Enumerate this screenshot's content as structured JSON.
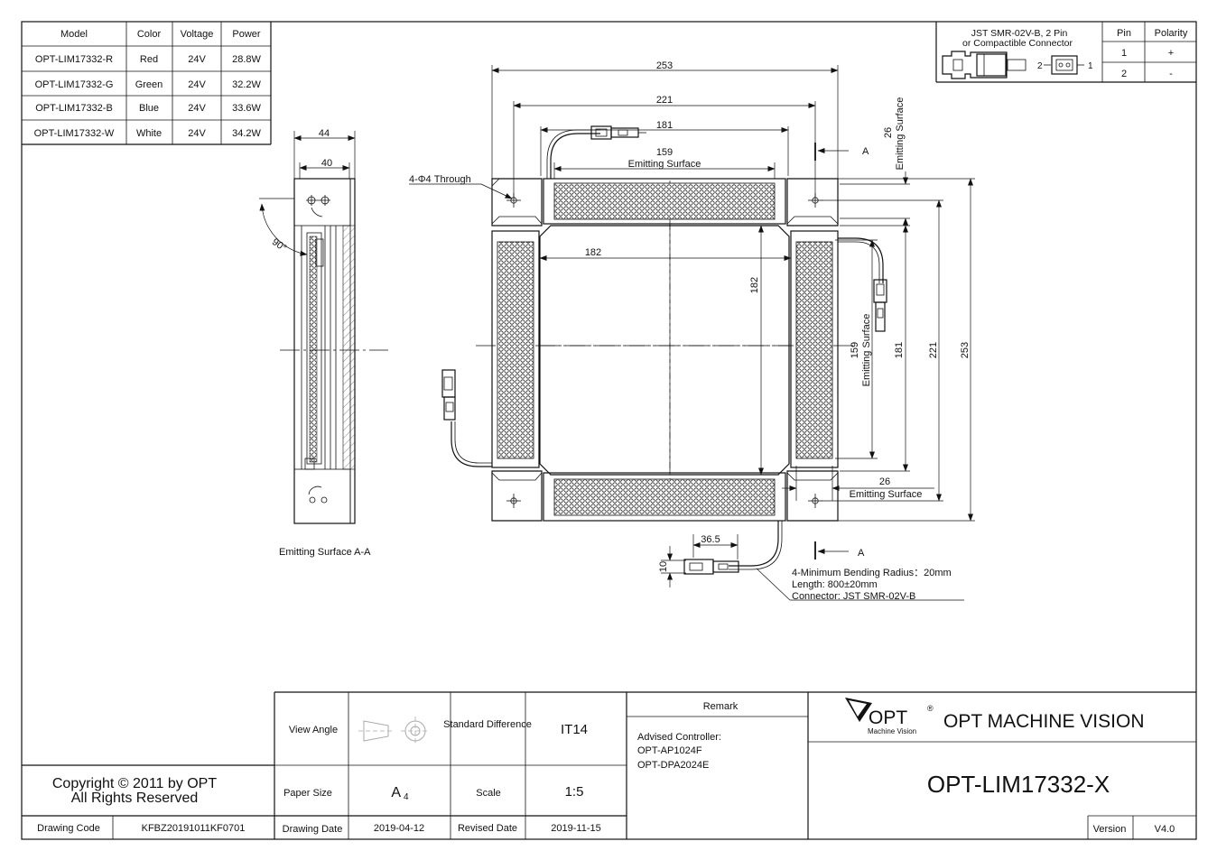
{
  "spec_table": {
    "headers": [
      "Model",
      "Color",
      "Voltage",
      "Power"
    ],
    "rows": [
      [
        "OPT-LIM17332-R",
        "Red",
        "24V",
        "28.8W"
      ],
      [
        "OPT-LIM17332-G",
        "Green",
        "24V",
        "32.2W"
      ],
      [
        "OPT-LIM17332-B",
        "Blue",
        "24V",
        "33.6W"
      ],
      [
        "OPT-LIM17332-W",
        "White",
        "24V",
        "34.2W"
      ]
    ]
  },
  "connector_table": {
    "description_line1": "JST SMR-02V-B, 2 Pin",
    "description_line2": "or Compactible Connector",
    "pin_header": "Pin",
    "polarity_header": "Polarity",
    "rows": [
      [
        "1",
        "+"
      ],
      [
        "2",
        "-"
      ]
    ],
    "pin_label_left": "2",
    "pin_label_right": "1"
  },
  "side_view": {
    "dim_outer": "44",
    "dim_inner": "40",
    "angle": "90°",
    "caption": "Emitting Surface A-A"
  },
  "front_view": {
    "dim_253_top": "253",
    "dim_221_top": "221",
    "dim_181_top": "181",
    "dim_159_top": "159",
    "emitting_surface_top": "Emitting Surface",
    "hole_note": "4-Φ4 Through",
    "dim_182_h": "182",
    "dim_182_v": "182",
    "dim_26_right": "26",
    "emitting_surface_right_top": "Emitting Surface",
    "section_mark": "A",
    "dim_159_right": "159",
    "emitting_surface_right": "Emitting Surface",
    "dim_181_right": "181",
    "dim_221_right": "221",
    "dim_253_right": "253",
    "dim_26_bottom": "26",
    "emitting_surface_bottom": "Emitting Surface",
    "dim_36_5": "36.5",
    "dim_10": "10",
    "note_line1": "4-Minimum Bending Radius：20mm",
    "note_line2": "Length: 800±20mm",
    "note_line3": "Connector: JST SMR-02V-B"
  },
  "title_block": {
    "copyright_line1": "Copyright © 2011 by OPT",
    "copyright_line2": "All Rights Reserved",
    "drawing_code_label": "Drawing Code",
    "drawing_code": "KFBZ20191011KF0701",
    "view_angle_label": "View Angle",
    "standard_difference_label": "Standard Difference",
    "standard_difference": "IT14",
    "paper_size_label": "Paper Size",
    "paper_size": "A",
    "paper_size_sub": "4",
    "scale_label": "Scale",
    "scale": "1:5",
    "drawing_date_label": "Drawing Date",
    "drawing_date": "2019-04-12",
    "revised_date_label": "Revised Date",
    "revised_date": "2019-11-15",
    "remark_label": "Remark",
    "remark_line1": "Advised Controller:",
    "remark_line2": "OPT-AP1024F",
    "remark_line3": "OPT-DPA2024E",
    "logo_text": "OPT",
    "logo_registered": "®",
    "logo_sub": "Machine Vision",
    "company_name": "OPT MACHINE VISION",
    "part_number": "OPT-LIM17332-X",
    "version_label": "Version",
    "version": "V4.0"
  }
}
